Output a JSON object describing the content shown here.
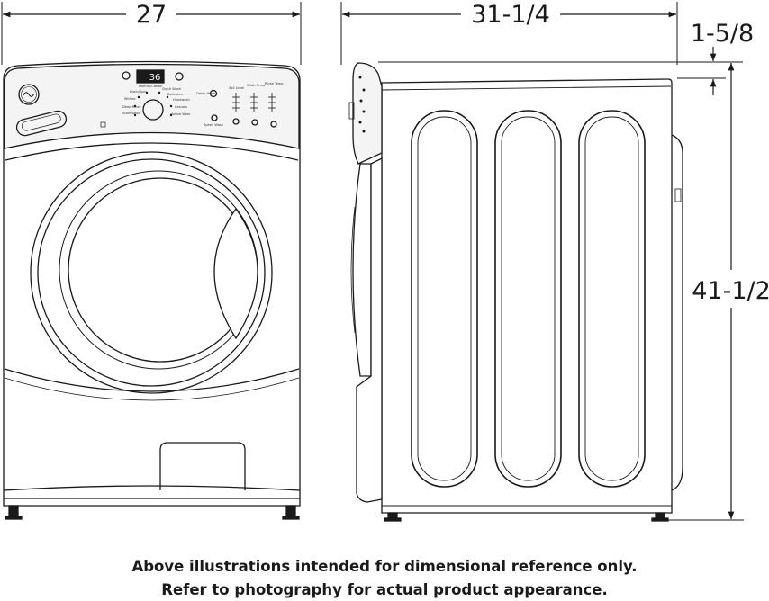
{
  "dimensions": {
    "width": "27",
    "depth": "31-1/4",
    "door_offset": "1-5/8",
    "height": "41-1/2"
  },
  "display": {
    "readout": "36"
  },
  "panel_labels": [
    "Soil Level",
    "Wash Temp",
    "Rinse Temp",
    "Delay Wash",
    "Normal/Cotton",
    "Drain/Spin",
    "Quick Wash",
    "Delicates",
    "Handwash",
    "Casuals",
    "Whites",
    "Deep Rinse",
    "Stain Wash",
    "Active Wear",
    "Speed Wash"
  ],
  "caption": {
    "line1": "Above illustrations intended for dimensional reference only.",
    "line2": "Refer to photography for actual product appearance."
  },
  "colors": {
    "line": "#1a1a1a",
    "panel_fill": "#f4f4f4",
    "background": "#ffffff"
  }
}
